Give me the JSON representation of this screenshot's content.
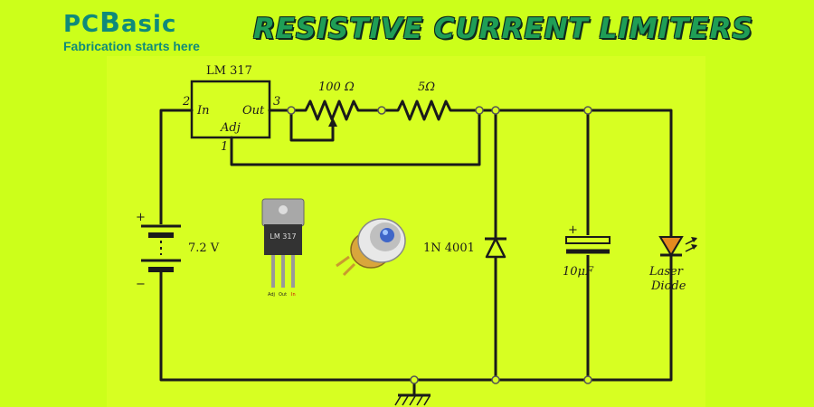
{
  "logo": {
    "word_prefix": "PC",
    "word_b": "B",
    "word_suffix": "asic",
    "tagline": "Fabrication starts here"
  },
  "title": "RESISTIVE CURRENT LIMITERS",
  "regulator": {
    "name": "LM 317",
    "pin_in": "In",
    "pin_out": "Out",
    "pin_adj": "Adj",
    "pin_num_in": "2",
    "pin_num_out": "3",
    "pin_num_adj": "1"
  },
  "pot_label": "100 Ω",
  "resistor_label": "5Ω",
  "battery": {
    "label": "7.2 V",
    "plus": "+",
    "minus": "−"
  },
  "diode_label": "1N 4001",
  "capacitor": {
    "label": "10μF",
    "plus": "+"
  },
  "laser": {
    "line1": "Laser",
    "line2": "Diode"
  },
  "chip_photo": {
    "label": "LM 317",
    "pin1": "Adj",
    "pin2": "Out",
    "pin3": "In"
  },
  "colors": {
    "background": "#ccff1a",
    "brand": "#0f8a7a",
    "title": "#1f9e56",
    "laser_led": "#e58a1f"
  }
}
